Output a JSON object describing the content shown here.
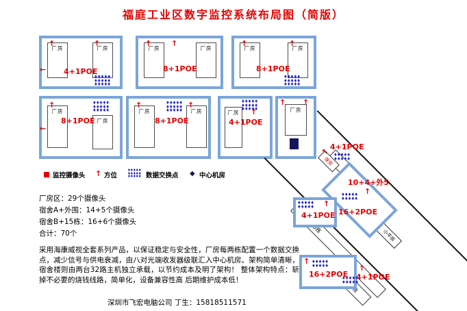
{
  "title": "福庭工业区数字监控系统布局图（简版）",
  "labels": {
    "room": "厂房"
  },
  "factory_blocks": [
    {
      "label": "4+1POE"
    },
    {
      "label": "8+1POE"
    },
    {
      "label": "8+1POE"
    },
    {
      "label": "8+1POE"
    },
    {
      "label": "8+1POE"
    },
    {
      "label": "4+1POE"
    }
  ],
  "legend": {
    "camera": "监控摄像头",
    "direction": "方位",
    "switch_point": "数据交换点",
    "server_room": "中心机房"
  },
  "stats": {
    "factory": "厂房区：29个摄像头",
    "dorm_a": "宿舍A+外围：14+5个摄像头",
    "dorm_b": "宿舍B+15栋：16+6个摄像头",
    "total": "合计：70个"
  },
  "description": "采用海康威视全套系列产品，以保证稳定与安全性，厂房每两栋配置一个数据交换点，减少信号与供电衰减，由八对光端收发器级联汇入中心机房。架构简单清晰，宿舍楼则由两台32路主机独立承载，以节约成本及明了架构！ 整体架构特点：斩掉不必要的烧钱线路，简单化，设备兼容性高 后期维护成本低！",
  "footer": "深圳市飞宏电脑公司 丁生：15818511571",
  "right_area": {
    "dorm_a_poe": "4+1POE",
    "security": "保安",
    "dorm_a_name": "宿舍A栋",
    "dorm_a_count": "10+4+外5",
    "dorm_a_poe2": "16+2POE",
    "b15_poe": "4+1POE",
    "b15_name": "15栋",
    "small_house": "小平房",
    "dorm_b_poe": "16+2POE",
    "dorm_b_poe2": "4+1POE",
    "dorm_b_name": "宿舍B栋"
  },
  "icons": {
    "arrow_up": "↑",
    "arrow_left": "←",
    "diamond_row": "♦♦♦♦♦",
    "server_diamond": "◆"
  },
  "colors": {
    "accent_red": "#e60000",
    "block_blue": "#7aa5da",
    "switch_blue": "#2727c8",
    "server_navy": "#15155e"
  }
}
